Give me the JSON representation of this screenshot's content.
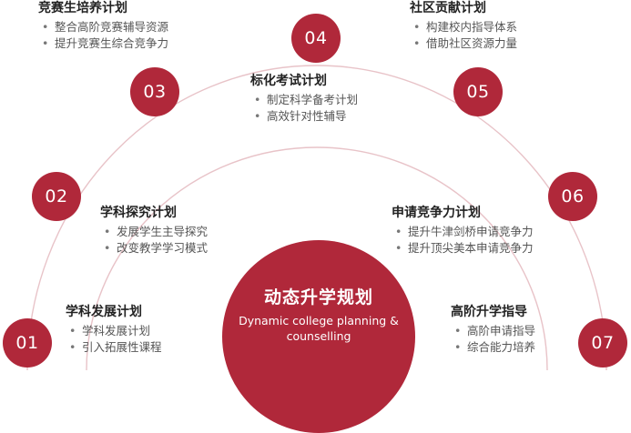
{
  "colors": {
    "accent": "#b0283a",
    "arc": "#e8c3c8"
  },
  "center": {
    "title": "动态升学规划",
    "subtitle_line1": "Dynamic college planning &",
    "subtitle_line2": "counselling"
  },
  "steps": [
    {
      "number": "01",
      "title": "学科发展计划",
      "items": [
        "学科发展计划",
        "引入拓展性课程"
      ]
    },
    {
      "number": "02",
      "title": "学科探究计划",
      "items": [
        "发展学生主导探究",
        "改变教学学习模式"
      ]
    },
    {
      "number": "03",
      "title": "竞赛生培养计划",
      "items": [
        "整合高阶竞赛辅导资源",
        "提升竞赛生综合竞争力"
      ]
    },
    {
      "number": "04",
      "title": "标化考试计划",
      "items": [
        "制定科学备考计划",
        "高效针对性辅导"
      ]
    },
    {
      "number": "05",
      "title": "社区贡献计划",
      "items": [
        "构建校内指导体系",
        "借助社区资源力量"
      ]
    },
    {
      "number": "06",
      "title": "申请竞争力计划",
      "items": [
        "提升牛津剑桥申请竞争力",
        "提升顶尖美本申请竞争力"
      ]
    },
    {
      "number": "07",
      "title": "高阶升学指导",
      "items": [
        "高阶申请指导",
        "综合能力培养"
      ]
    }
  ]
}
